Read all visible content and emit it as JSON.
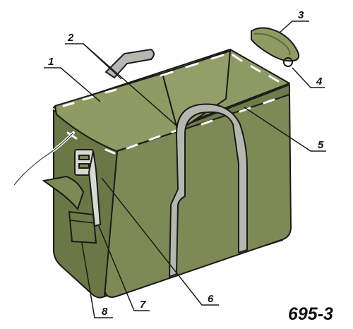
{
  "figure": {
    "code": "695-3",
    "callouts": [
      "1",
      "2",
      "3",
      "4",
      "5",
      "6",
      "7",
      "8"
    ]
  },
  "colors": {
    "fabric": "#7e8a55",
    "fabric_dark": "#5d6a3c",
    "fabric_light": "#a3ad76",
    "interior": "#8c9a63",
    "strap": "#b6b8b0",
    "outline": "#1a1a1a",
    "stitch": "#ffffff"
  }
}
